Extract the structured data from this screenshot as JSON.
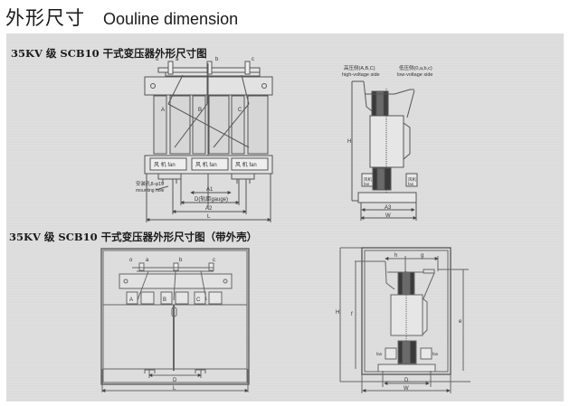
{
  "header": {
    "title_cn": "外形尺寸",
    "title_en": "Oouline dimension"
  },
  "diagram1": {
    "caption": "35KV 级 SCB10 干式变压器外形尺寸图",
    "front": {
      "terminals": [
        "o",
        "a",
        "b",
        "c"
      ],
      "coils": [
        "A",
        "B",
        "C"
      ],
      "fan_label": "风 机 fan",
      "mounting_cn": "安装孔8-φ19",
      "mounting_en": "mounting hole",
      "dim_a1": "A1",
      "dim_d": "D(轨距gauge)",
      "dim_a2": "A2",
      "dim_l": "L"
    },
    "side": {
      "hv_cn": "高压侧(A,B,C)",
      "hv_en": "high-voltage side",
      "lv_cn": "低压侧(0,a,b,c)",
      "lv_en": "low-voltage side",
      "dim_h": "H",
      "fan_cn": "风机",
      "fan_en": "fan",
      "dim_a3": "A3",
      "dim_w": "W"
    }
  },
  "diagram2": {
    "caption": "35KV 级 SCB10 干式变压器外形尺寸图（带外壳）",
    "front": {
      "terminals": [
        "o",
        "a",
        "b",
        "c"
      ],
      "coils": [
        "A",
        "B",
        "C"
      ],
      "dim_d": "D",
      "dim_l": "L"
    },
    "side": {
      "dim_h_small": "h",
      "dim_g": "g",
      "dim_H": "H",
      "dim_f": "f",
      "dim_e": "e",
      "fan_en": "fan",
      "dim_d": "D",
      "dim_w": "W"
    }
  },
  "colors": {
    "panel_bg": "#dcdcdc",
    "line": "#555555",
    "coil_fill": "#d6d6d6",
    "bushing_dark": "#3a3a3a"
  }
}
